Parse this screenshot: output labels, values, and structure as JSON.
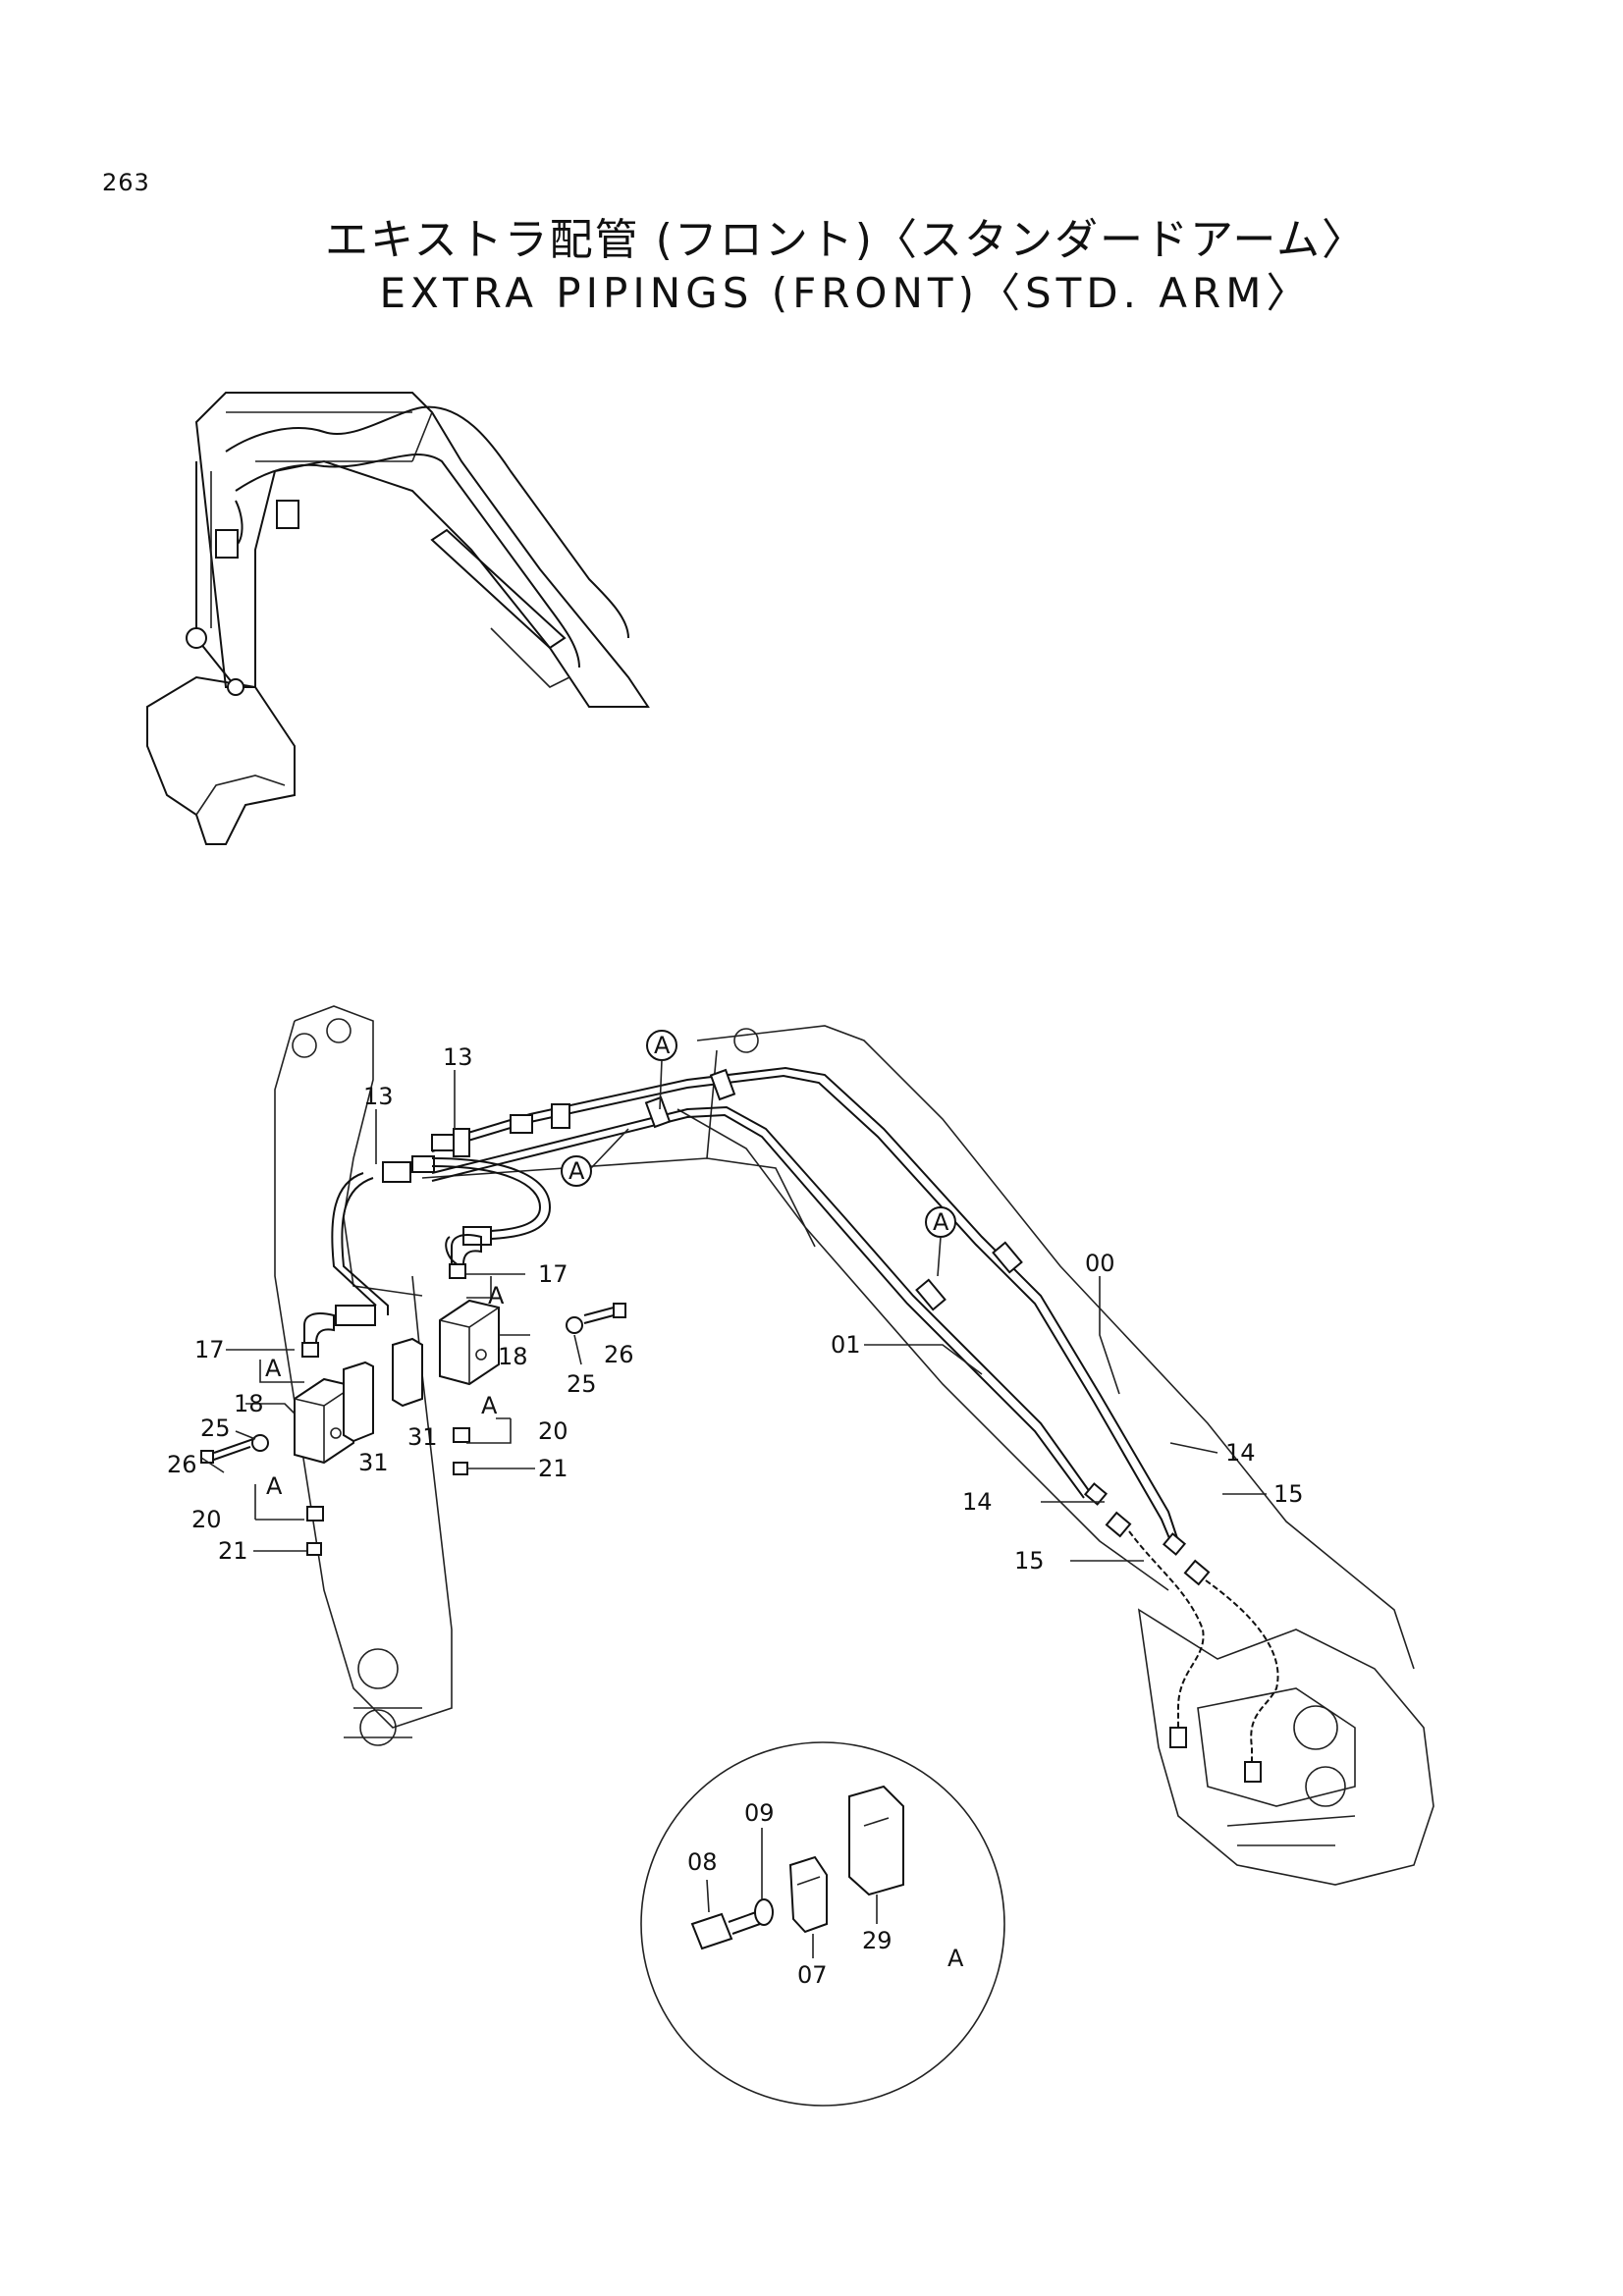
{
  "page_number": "263",
  "title_jp": "エキストラ配管 (フロント)〈スタンダードアーム〉",
  "title_en": "EXTRA PIPINGS (FRONT)〈STD. ARM〉",
  "callouts": {
    "c13a": "13",
    "c13b": "13",
    "cA1": "A",
    "cA2": "A",
    "c00": "00",
    "c01": "01",
    "c17a": "17",
    "c17b": "17",
    "cA3": "A",
    "cA4": "A",
    "c18a": "18",
    "c18b": "18",
    "c25a": "25",
    "c25b": "25",
    "c26a": "26",
    "c26b": "26",
    "c31a": "31",
    "c31b": "31",
    "cA5": "A",
    "cA6": "A",
    "c20a": "20",
    "c20b": "20",
    "c21a": "21",
    "c21b": "21",
    "c14a": "14",
    "c14b": "14",
    "c15a": "15",
    "c15b": "15",
    "c08": "08",
    "c09": "09",
    "c07": "07",
    "c29": "29",
    "detail_label": "A"
  }
}
